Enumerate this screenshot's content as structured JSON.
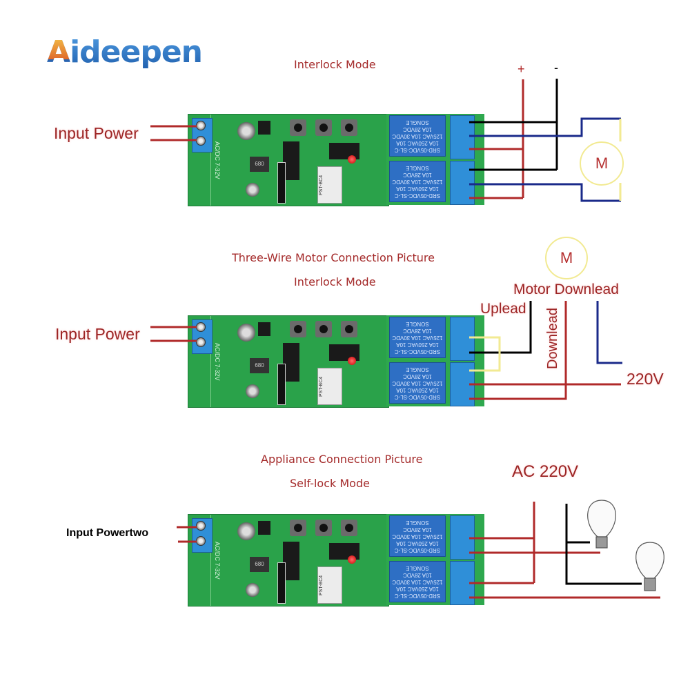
{
  "brand": {
    "logo_text_first": "A",
    "logo_text_rest": "ideepen"
  },
  "diagram1": {
    "mode": "Interlock Mode",
    "input_label": "Input Power",
    "plus_label": "+",
    "minus_label": "-",
    "motor_label": "M"
  },
  "diagram2": {
    "title": "Three-Wire Motor Connection Picture",
    "mode": "Interlock Mode",
    "input_label": "Input Power",
    "motor_label": "M",
    "motor_downlead": "Motor Downlead",
    "uplead": "Uplead",
    "downlead": "Downlead",
    "voltage": "220V"
  },
  "diagram3": {
    "title": "Appliance Connection Picture",
    "mode": "Self-lock Mode",
    "input_label": "Input Powertwo",
    "voltage": "AC 220V"
  },
  "board": {
    "silkscreen": "AC/DC 7-32V",
    "module_label": "PST-BC4",
    "relay_text": "SRD-05VDC-SL-C",
    "relay_ratings": "10A 250VAC 10A 125VAC 10A 30VDC 10A 28VDC",
    "relay_brand": "SONGLE",
    "inductor_label": "680"
  },
  "colors": {
    "caption": "#a42a2a",
    "wire_red": "#b02a2a",
    "wire_black": "#000000",
    "wire_blue": "#1a2a8a",
    "wire_yellow": "#f2ea92",
    "pcb_green": "#2aa24a",
    "terminal_blue": "#2f8fd8",
    "relay_blue": "#2e6fc4"
  }
}
